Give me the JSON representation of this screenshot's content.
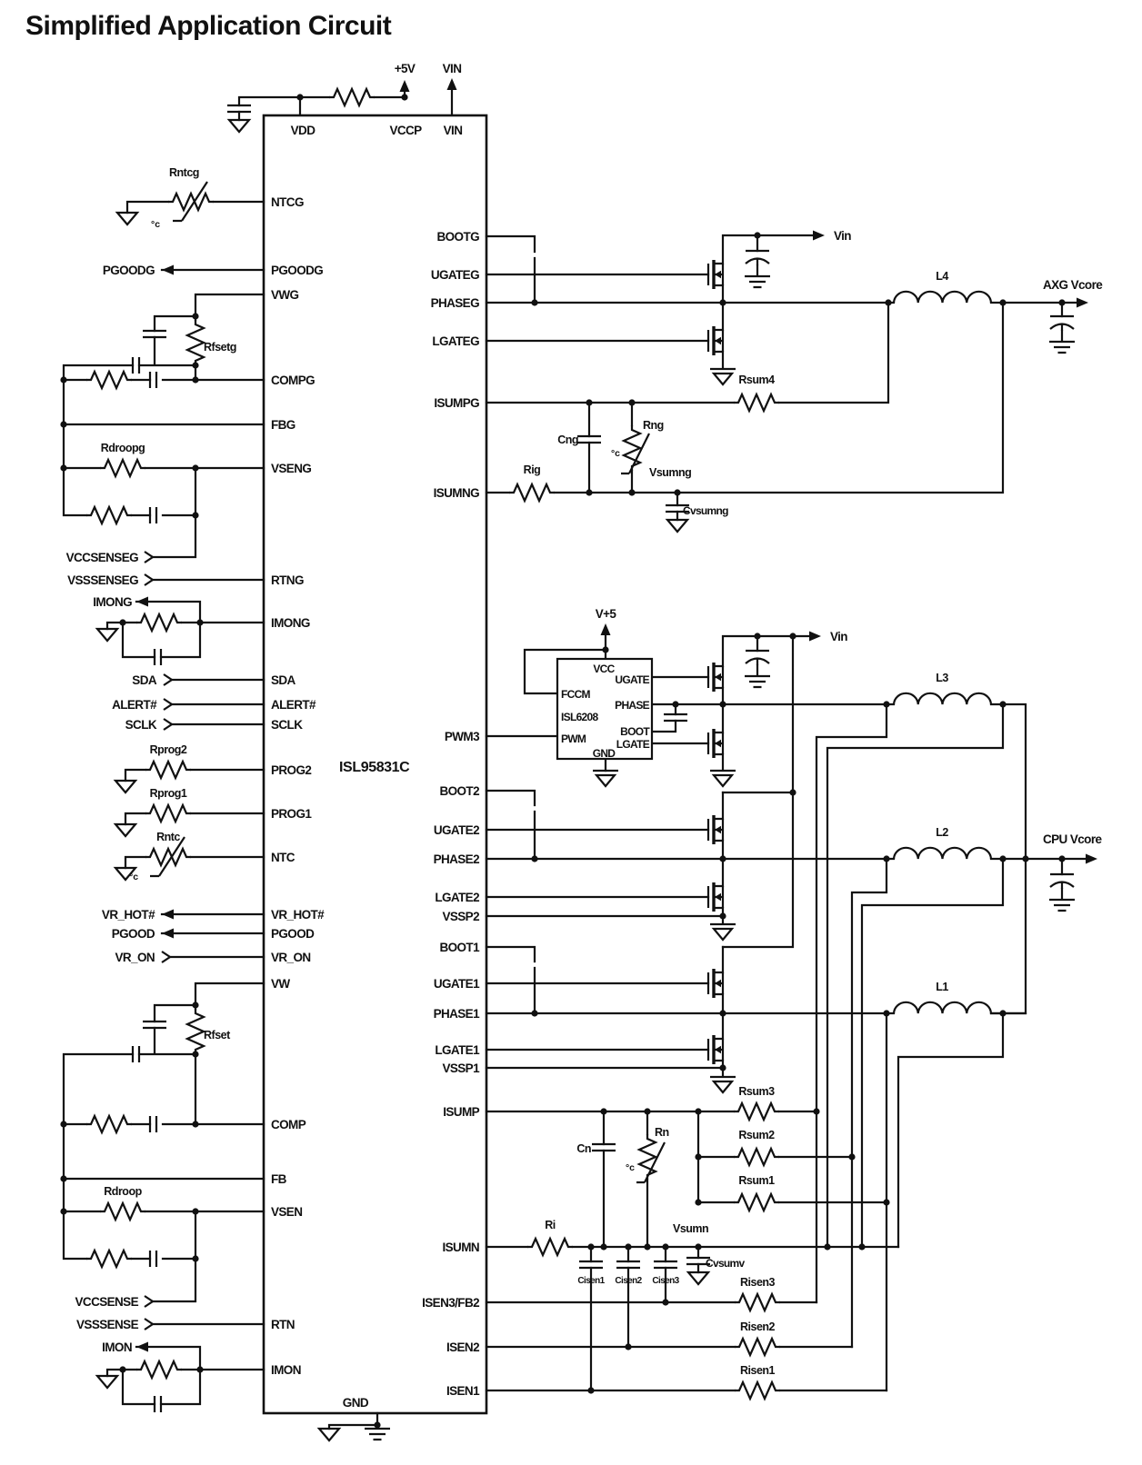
{
  "title": "Simplified Application Circuit",
  "ic": {
    "name": "ISL95831C",
    "gnd": "GND",
    "top": [
      "VDD",
      "VCCP",
      "VIN"
    ],
    "left": [
      "NTCG",
      "PGOODG",
      "VWG",
      "COMPG",
      "FBG",
      "VSENG",
      "RTNG",
      "IMONG",
      "SDA",
      "ALERT#",
      "SCLK",
      "PROG2",
      "PROG1",
      "NTC",
      "VR_HOT#",
      "PGOOD",
      "VR_ON",
      "VW",
      "COMP",
      "FB",
      "VSEN",
      "RTN",
      "IMON"
    ],
    "right": [
      "BOOTG",
      "UGATEG",
      "PHASEG",
      "LGATEG",
      "ISUMPG",
      "ISUMNG",
      "PWM3",
      "BOOT2",
      "UGATE2",
      "PHASE2",
      "LGATE2",
      "VSSP2",
      "BOOT1",
      "UGATE1",
      "PHASE1",
      "LGATE1",
      "VSSP1",
      "ISUMP",
      "ISUMN",
      "ISEN3/FB2",
      "ISEN2",
      "ISEN1"
    ]
  },
  "drv": {
    "name": "ISL6208",
    "vcc": "VCC",
    "ugate": "UGATE",
    "fccm": "FCCM",
    "phase": "PHASE",
    "boot": "BOOT",
    "pwm": "PWM",
    "lgate": "LGATE",
    "gnd": "GND"
  },
  "ext": {
    "pgoodg": "PGOODG",
    "vccsenseg": "VCCSENSEG",
    "vsssenseg": "VSSSENSEG",
    "imong": "IMONG",
    "sda": "SDA",
    "alert": "ALERT#",
    "sclk": "SCLK",
    "vrhot": "VR_HOT#",
    "pgood": "PGOOD",
    "vron": "VR_ON",
    "vccsense": "VCCSENSE",
    "vsssense": "VSSSENSE",
    "imon": "IMON"
  },
  "pwr": {
    "p5v": "+5V",
    "vin_top": "VIN",
    "v5": "V+5",
    "vin_rail": "Vin",
    "axg": "AXG Vcore",
    "cpu": "CPU Vcore"
  },
  "cmp": {
    "rntcg": "Rntcg",
    "rfsetg": "Rfsetg",
    "rdroopg": "Rdroopg",
    "rprog2": "Rprog2",
    "rprog1": "Rprog1",
    "rntc": "Rntc",
    "rfset": "Rfset",
    "rdroop": "Rdroop",
    "l4": "L4",
    "l3": "L3",
    "l2": "L2",
    "l1": "L1",
    "rsum4": "Rsum4",
    "cng": "Cng",
    "rng": "Rng",
    "rig": "Rig",
    "vsumng": "Vsumng",
    "cvsumng": "Cvsumng",
    "rsum3": "Rsum3",
    "rsum2": "Rsum2",
    "rsum1": "Rsum1",
    "cn": "Cn",
    "rn": "Rn",
    "ri": "Ri",
    "vsumn": "Vsumn",
    "cvsumv": "Cvsumv",
    "cisen1": "Cisen1",
    "cisen2": "Cisen2",
    "cisen3": "Cisen3",
    "risen3": "Risen3",
    "risen2": "Risen2",
    "risen1": "Risen1",
    "degc": "°c"
  }
}
